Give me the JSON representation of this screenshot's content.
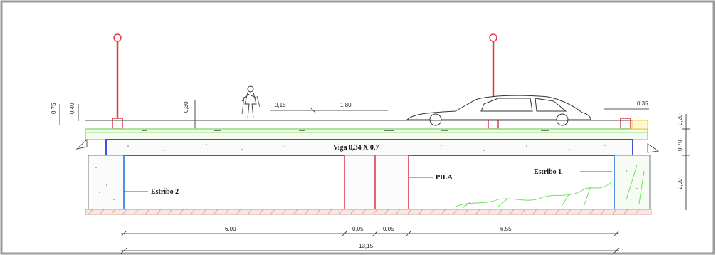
{
  "labels": {
    "beam": "Viga 0,34 X 0,7",
    "pier": "PILA",
    "abutment_1": "Estribo 1",
    "abutment_2": "Estribo 2"
  },
  "dimensions": {
    "railing_height": "0,75",
    "curb_height": "0,40",
    "deck_edge": "0,30",
    "sidewalk_1": "0,15",
    "sidewalk_2": "1,80",
    "right_offset": "0,35",
    "right_top": "0,20",
    "beam_height": "0,70",
    "abutment_height": "2,00",
    "span_left": "6,00",
    "pier_a": "0,05",
    "pier_b": "0,05",
    "span_right": "6,55",
    "total_length": "13,15"
  },
  "colors": {
    "post": "#e63946",
    "beam_outline": "#2a3fd6",
    "deck_green": "#8fe07a",
    "ground": "#d49a8a",
    "vegetation": "#66dd55",
    "abutment_line": "#1a6fd6",
    "pier_line": "#e03040"
  }
}
